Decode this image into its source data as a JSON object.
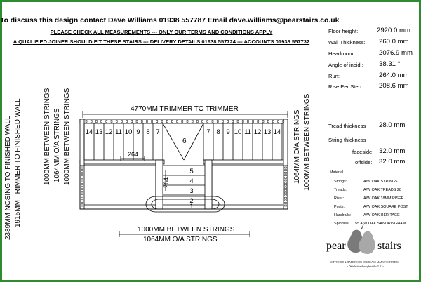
{
  "header": {
    "line1": "To discuss this design contact Dave Williams  01938 557787 Email dave.williams@pearstairs.co.uk",
    "line2": "PLEASE CHECK ALL MEASUREMENTS --- ONLY OUR TERMS AND CONDITIONS APPLY",
    "line3": "A QUALIFIED JOINER SHOULD FIT THESE STAIRS --- DELIVERY DETAILS 01938 557724 --- ACCOUNTS 01938 557732"
  },
  "specs": [
    {
      "label": "Floor height:",
      "value": "2920.0 mm"
    },
    {
      "label": "Wall Thickness:",
      "value": "260.0 mm"
    },
    {
      "label": "Headroom:",
      "value": "2076.9 mm"
    },
    {
      "label": "Angle of incid.:",
      "value": "38.31 °"
    },
    {
      "label": "Run:",
      "value": "264.0 mm"
    },
    {
      "label": "Rise Per Step",
      "value": "208.6 mm"
    }
  ],
  "tread": {
    "label": "Tread thickness",
    "value": "28.0 mm"
  },
  "string": {
    "title": "String thickness",
    "faceside_label": "faceside:",
    "faceside_value": "32.0 mm",
    "offside_label": "offside:",
    "offside_value": "32.0 mm"
  },
  "material": {
    "title": "Material",
    "rows": [
      {
        "label": "Strings:",
        "value": "A/W OAK STRINGS"
      },
      {
        "label": "Treads:",
        "value": "A/W OAK TREADS 28"
      },
      {
        "label": "Riser:",
        "value": "A/W OAK 18MM RISER"
      },
      {
        "label": "Posts:",
        "value": "A/W OAK SQUARE POST"
      },
      {
        "label": "Handrails:",
        "value": "A/W OAK HERITAGE"
      },
      {
        "label": "Spindles:",
        "value": "55 A/W OAK SANDRINGHAM"
      }
    ]
  },
  "drawing": {
    "trimmer_top": "4770MM TRIMMER TO TRIMMER",
    "left_dims": [
      "2389MM NOSING TO FINISHED WALL",
      "1915MM TRIMMER TO FINISHED WALL",
      "1000MM BETWEEN STRINGS",
      "1064MM O/A STRINGS",
      "1000MM BETWEEN STRINGS"
    ],
    "right_dims": [
      "1064MM O/A STRINGS",
      "1000MM BETWEEN STRINGS"
    ],
    "bottom_dims": [
      "1000MM BETWEEN STRINGS",
      "1064MM O/A STRINGS"
    ],
    "landing_label": "6",
    "dim_264_h": "264",
    "dim_264_v": "264",
    "left_steps": [
      "14",
      "13",
      "12",
      "11",
      "10",
      "9",
      "8",
      "7"
    ],
    "right_steps": [
      "7",
      "8",
      "9",
      "10",
      "11",
      "12",
      "13",
      "14"
    ],
    "flight_steps": [
      "5",
      "4",
      "3",
      "2",
      "1"
    ]
  },
  "logo": {
    "word1": "pear",
    "word2": "stairs",
    "tagline": "SOFTWOOD & HARDWOOD STAIRCASE MANUFACTURERS",
    "tagline2": "~ Distribution throughout the U.K. ~"
  }
}
